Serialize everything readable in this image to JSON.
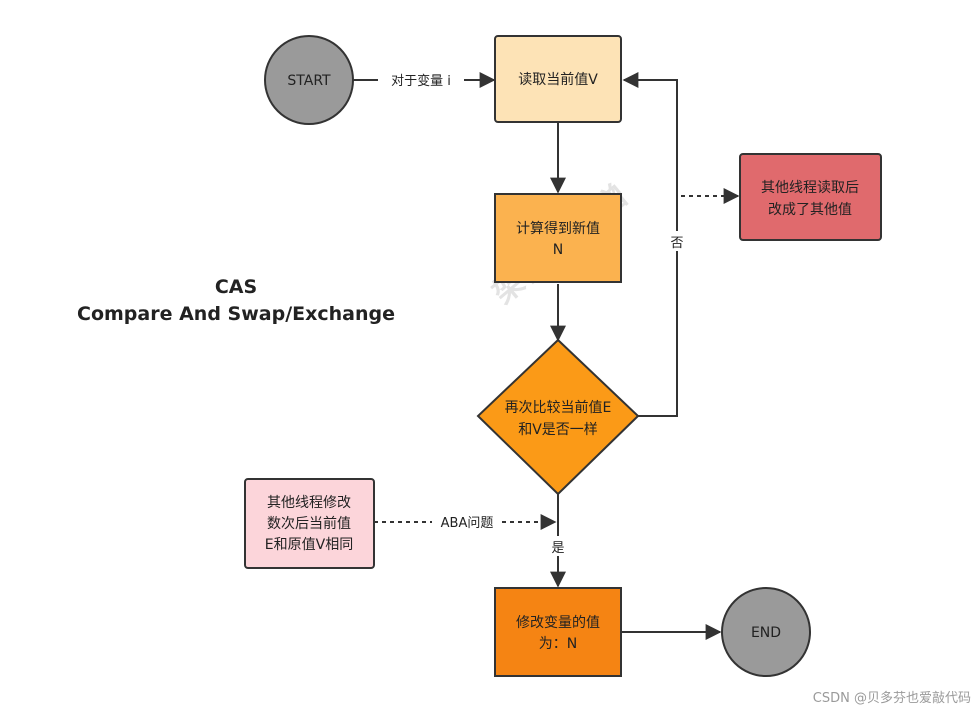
{
  "title": {
    "line1": "CAS",
    "line2": "Compare And Swap/Exchange"
  },
  "nodes": {
    "start": "START",
    "read_value": "读取当前值V",
    "compute_line1": "计算得到新值",
    "compute_line2": "N",
    "compare_line1": "再次比较当前值E",
    "compare_line2": "和V是否一样",
    "update_line1": "修改变量的值",
    "update_line2": "为：N",
    "end": "END",
    "other_thread_line1": "其他线程读取后",
    "other_thread_line2": "改成了其他值",
    "aba_case_line1": "其他线程修改",
    "aba_case_line2": "数次后当前值",
    "aba_case_line3": "E和原值V相同"
  },
  "edge_labels": {
    "for_variable": "对于变量 i",
    "no": "否",
    "yes": "是",
    "aba_problem": "ABA问题"
  },
  "watermark": "架构... 唐僧",
  "credit": "CSDN @贝多芬也爱敲代码",
  "colors": {
    "start_end_fill": "#9a9a9a",
    "read_fill": "#fde3b6",
    "compute_fill": "#fbb24f",
    "compare_fill": "#fb9a17",
    "update_fill": "#f58413",
    "other_thread_fill": "#e06a6d",
    "aba_case_fill": "#fcd5da",
    "stroke": "#333333"
  }
}
